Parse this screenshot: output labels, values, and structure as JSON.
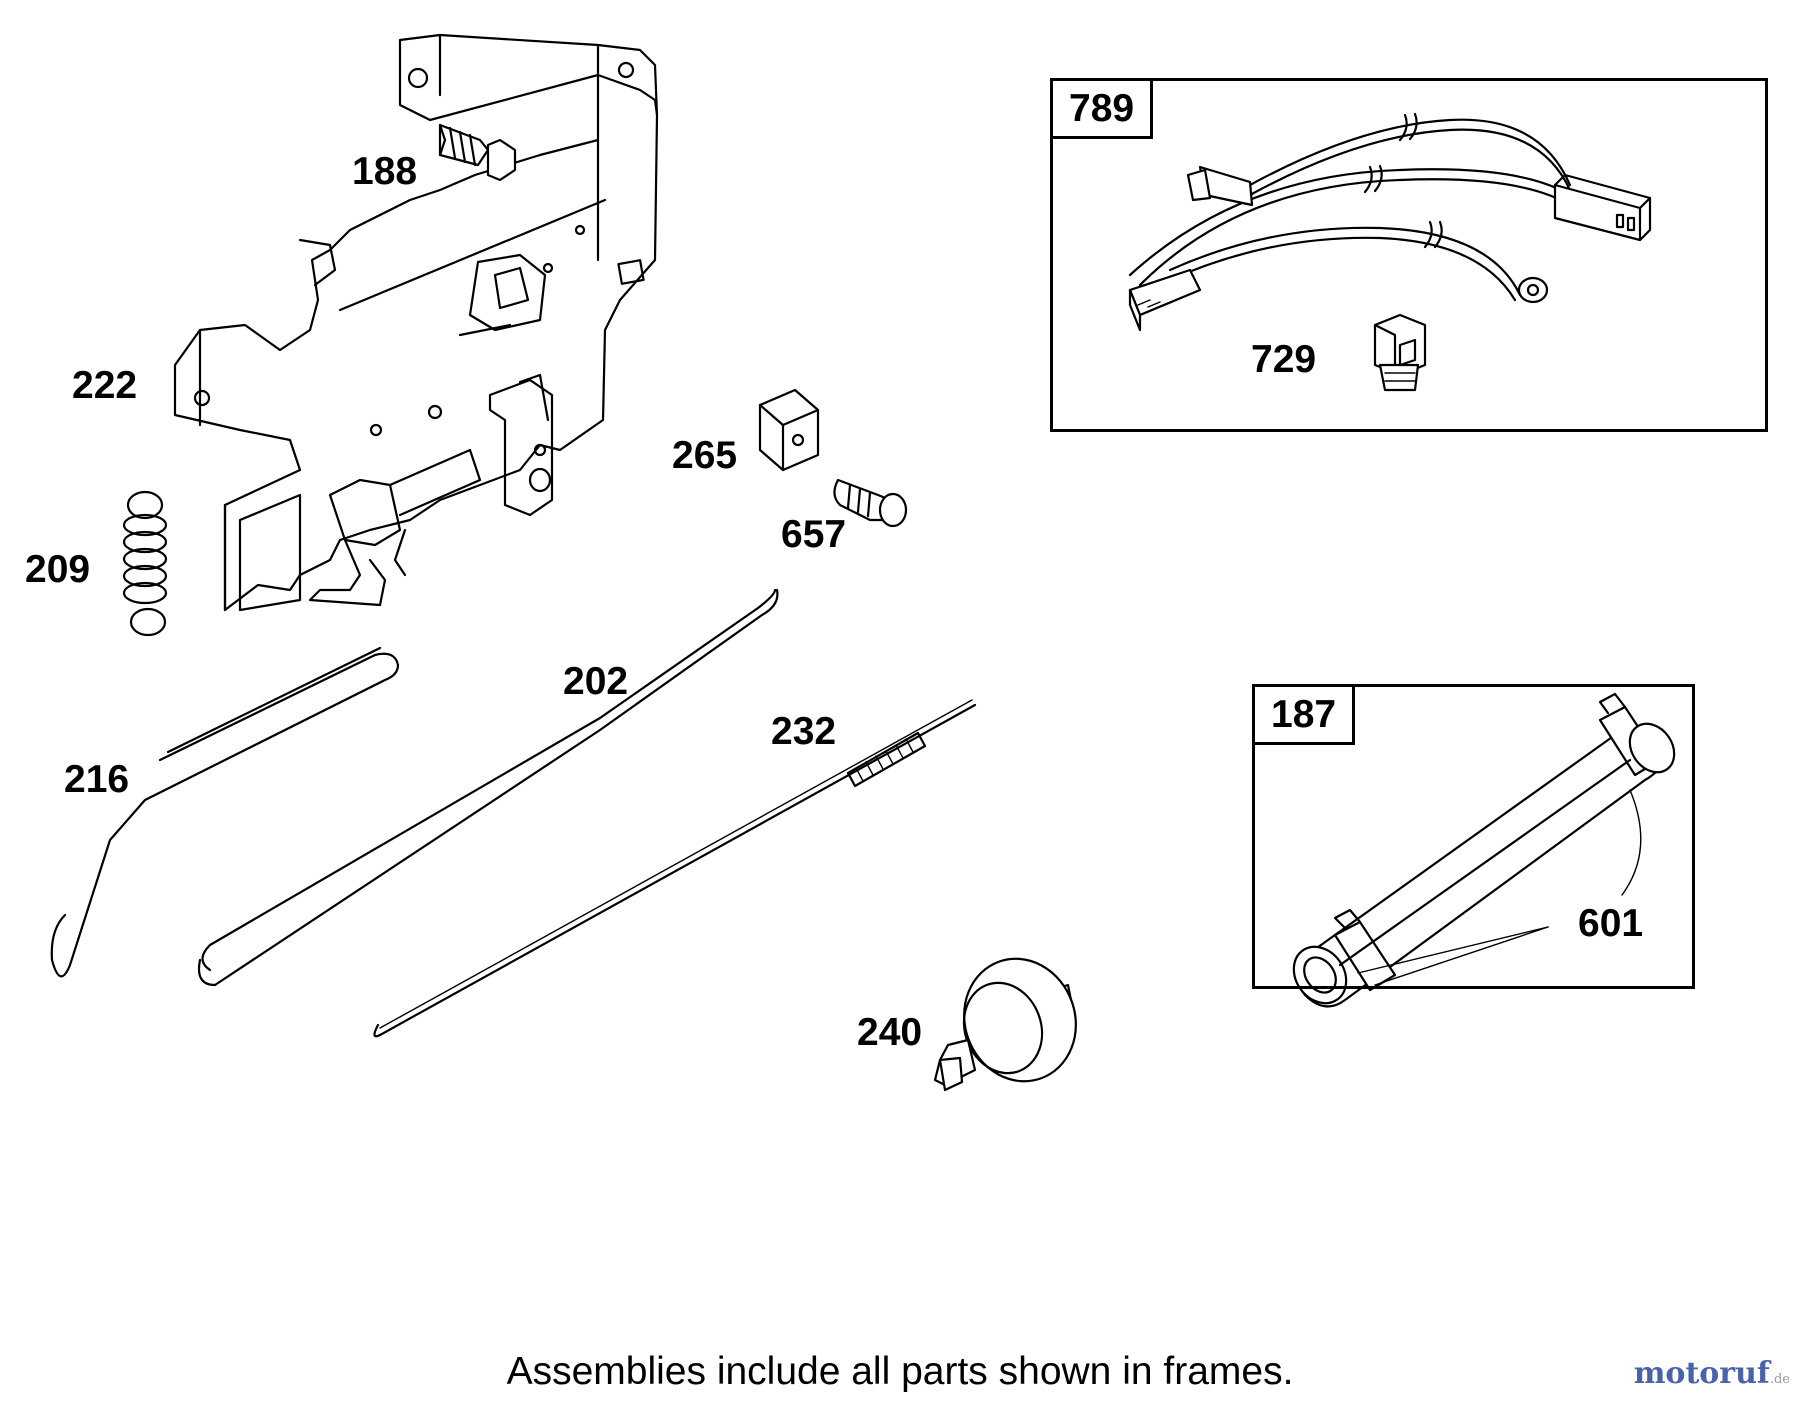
{
  "callouts": {
    "p188": "188",
    "p222": "222",
    "p209": "209",
    "p216": "216",
    "p202": "202",
    "p232": "232",
    "p265": "265",
    "p657": "657",
    "p240": "240",
    "p729": "729",
    "p601": "601"
  },
  "frames": {
    "harness": {
      "tag": "789"
    },
    "fuel_line": {
      "tag": "187"
    }
  },
  "caption": "Assemblies include all parts shown in frames.",
  "watermark": {
    "brand": "motoruf",
    "tld": ".de"
  },
  "colors": {
    "line": "#000000",
    "background": "#ffffff",
    "watermark_blue": "#4a63a8",
    "watermark_grey": "#9b9b9b"
  }
}
